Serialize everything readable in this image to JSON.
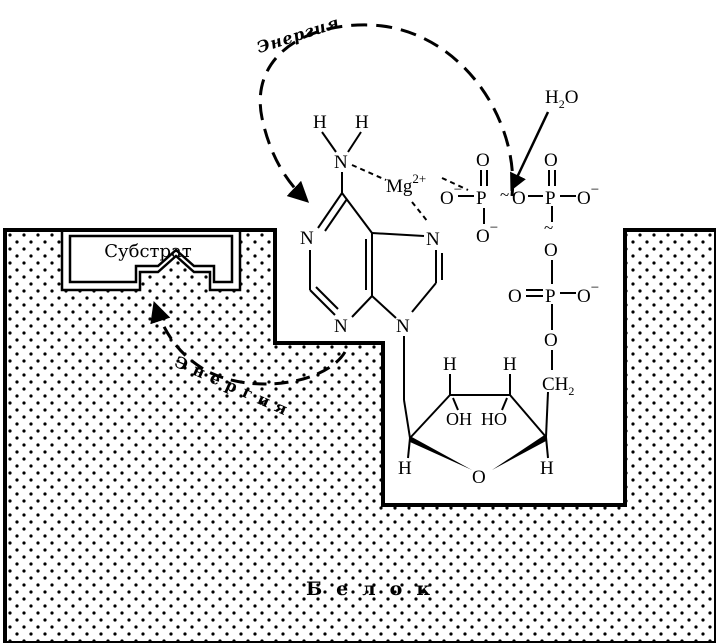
{
  "labels": {
    "energy_top": "Энергия",
    "energy_bottom": "Энергия",
    "substrate": "Субстрат",
    "protein": "Белок",
    "water_h": "H",
    "water_sub": "2",
    "water_o": "O"
  },
  "atoms": {
    "amine_h1": "H",
    "amine_h2": "H",
    "amine_n": "N",
    "mg": "Mg",
    "mg_charge": "2+",
    "ring_n1": "N",
    "ring_n3": "N",
    "ring_n7": "N",
    "ring_n9": "N",
    "p_gamma": "P",
    "p_beta": "P",
    "p_alpha": "P",
    "o_gamma_left": "O",
    "o_gamma_left_charge": "−",
    "o_gamma_top": "O",
    "o_gamma_bottom": "O",
    "o_gamma_bottom_charge": "−",
    "o_bridge_gb": "O",
    "o_beta_top": "O",
    "o_beta_right": "O",
    "o_beta_right_charge": "−",
    "o_bridge_ba": "O",
    "o_alpha_left": "O",
    "o_alpha_right": "O",
    "o_alpha_right_charge": "−",
    "o_alpha_bottom": "O",
    "ch2": "CH",
    "ch2_sub": "2",
    "h_c1": "H",
    "h_c2": "H",
    "h_c3": "H",
    "h_c4": "H",
    "oh": "OH",
    "ho": "HO",
    "o_ring": "O",
    "tilde_1": "~",
    "tilde_2": "~"
  },
  "colors": {
    "ink": "#000000",
    "paper": "#ffffff"
  }
}
